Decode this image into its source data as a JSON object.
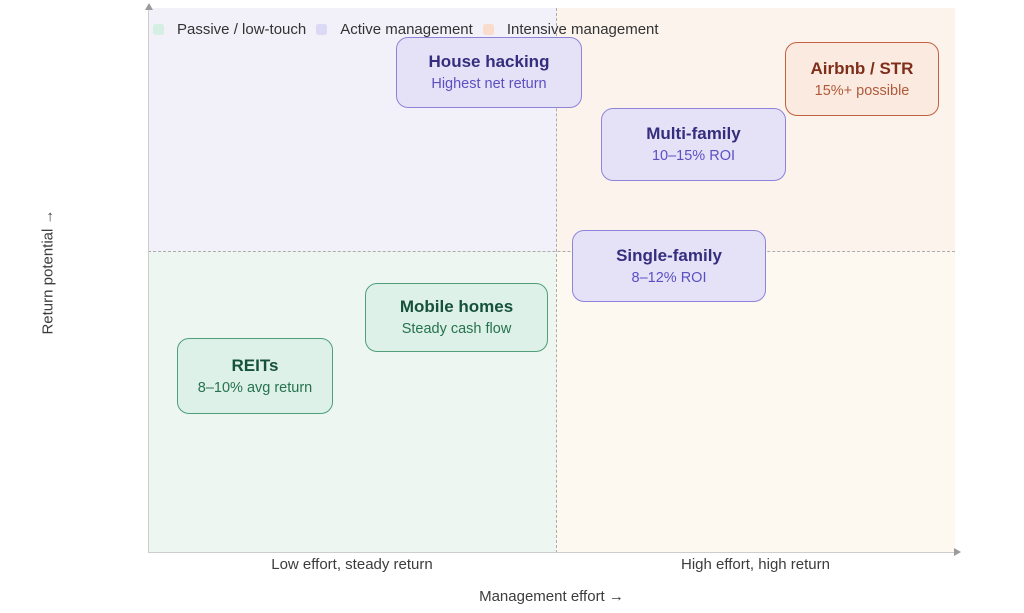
{
  "legend": {
    "items": [
      {
        "label": "Passive / low-touch",
        "swatch_color": "#d5efe2"
      },
      {
        "label": "Active management",
        "swatch_color": "#dcd9f4"
      },
      {
        "label": "Intensive management",
        "swatch_color": "#fadccd"
      }
    ]
  },
  "axes": {
    "x_title": "Management effort →",
    "y_title": "Return potential →",
    "x_tick_left": "Low effort, steady return",
    "x_tick_right": "High effort, high return"
  },
  "colors": {
    "quadrant_top_left": "#f2f1f9",
    "quadrant_top_right": "#fbf3ec",
    "quadrant_bottom_left": "#edf6f1",
    "quadrant_bottom_right": "#fdf8f0",
    "passive_fill": "#def1e8",
    "passive_border": "#4f9e79",
    "passive_text": "#15513c",
    "active_fill": "#e5e2f8",
    "active_border": "#8d84da",
    "active_text": "#352e7e",
    "intensive_fill": "#fbeadf",
    "intensive_border": "#c06140",
    "intensive_text": "#7e2e1b",
    "dashed_line": "#acacac",
    "axis_line": "#cdcdcd"
  },
  "chart_data": {
    "type": "scatter",
    "subtype": "quadrant-chart",
    "title": "",
    "xlabel": "Management effort →",
    "ylabel": "Return potential →",
    "x_axis_labels": [
      "Low effort, steady return",
      "High effort, high return"
    ],
    "xlim": [
      0,
      1
    ],
    "ylim": [
      0,
      1
    ],
    "quadrant_split_x": 0.51,
    "quadrant_split_y": 0.55,
    "grid": false,
    "legend_position": "top-left",
    "points": [
      {
        "label": "House hacking",
        "note": "Highest net return",
        "group": "Active management",
        "x": 0.42,
        "y": 0.88
      },
      {
        "label": "Airbnb / STR",
        "note": "15%+ possible",
        "group": "Intensive management",
        "x": 0.89,
        "y": 0.87
      },
      {
        "label": "Multi-family",
        "note": "10–15% ROI",
        "group": "Active management",
        "x": 0.68,
        "y": 0.75
      },
      {
        "label": "Single-family",
        "note": "8–12% ROI",
        "group": "Active management",
        "x": 0.65,
        "y": 0.53
      },
      {
        "label": "Mobile homes",
        "note": "Steady cash flow",
        "group": "Passive / low-touch",
        "x": 0.38,
        "y": 0.43
      },
      {
        "label": "REITs",
        "note": "8–10% avg return",
        "group": "Passive / low-touch",
        "x": 0.13,
        "y": 0.33
      }
    ]
  }
}
